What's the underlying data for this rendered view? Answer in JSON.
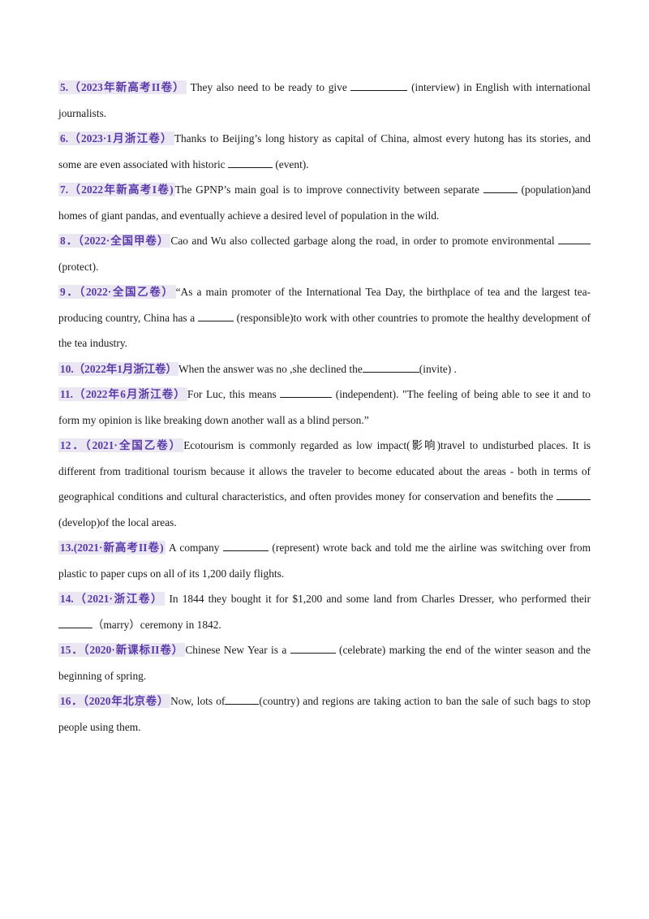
{
  "questions": [
    {
      "tag": "5.（2023年新高考II卷）",
      "before": " They also need to be ready to give ",
      "after": " (interview) in English with international journalists."
    },
    {
      "tag": "6.（2023·1月浙江卷）",
      "before": "Thanks to Beijing’s long history as capital of China, almost every hutong has its stories, and some are even associated with historic ",
      "after": " (event)."
    },
    {
      "tag": "7.（2022年新高考I卷)",
      "before": "The GPNP’s main goal is to improve connectivity between separate ",
      "after": " (population)and homes of giant pandas, and eventually achieve a desired level of population in the wild."
    },
    {
      "tag": "8．（2022·全国甲卷）",
      "before": "Cao and Wu also collected garbage along the road, in order to promote environmental ",
      "after": " (protect)."
    },
    {
      "tag": "9．（2022·全国乙卷）",
      "before": "“As a main promoter of the International Tea Day, the birthplace of tea and the largest tea-producing country, China has a ",
      "after": " (responsible)to work with other countries to promote the healthy development of the tea industry."
    },
    {
      "tag": "10.（2022年1月浙江卷）",
      "before": "When the answer was no ,she declined the",
      "after": "(invite) ."
    },
    {
      "tag": "11.（2022年6月浙江卷）",
      "before": "For Luc, this means ",
      "after": " (independent). \"The feeling of being able to see it and to form my opinion is like breaking down another wall as a blind person.”"
    },
    {
      "tag": "12．（2021·全国乙卷）",
      "before": "Ecotourism is commonly regarded as low impact(影响)travel to undisturbed places. It is different from traditional tourism because it allows the traveler to become educated about the areas - both in terms of geographical conditions and cultural characteristics, and often provides money for conservation and benefits the ",
      "after": "(develop)of the local areas."
    },
    {
      "tag": "13.(2021·新高考II卷)",
      "before": " A company ",
      "after": " (represent) wrote back and told me the airline was switching over from plastic to paper cups on all of its 1,200 daily flights."
    },
    {
      "tag": "14.（2021·浙江卷）",
      "before": " In 1844 they bought it for $1,200 and some land from Charles Dresser, who performed their ",
      "after": "（marry）ceremony in 1842."
    },
    {
      "tag": "15．（2020·新课标II卷）",
      "before": "Chinese New Year is a ",
      "after": " (celebrate) marking the end of the winter season and the beginning of spring."
    },
    {
      "tag": "16．（2020年北京卷）",
      "before": "Now, lots of",
      "after": "(country) and regions are taking action to ban the sale of such bags to stop people using them."
    }
  ]
}
